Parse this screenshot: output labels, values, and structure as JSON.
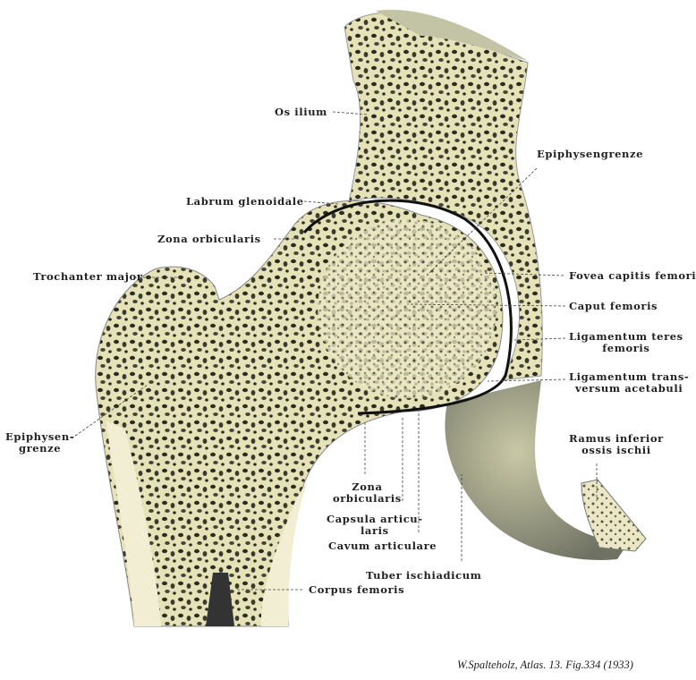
{
  "labels": {
    "os_ilium": "Os ilium",
    "epiphysengrenze_top": "Epiphysengrenze",
    "labrum_glenoidale": "Labrum glenoidale",
    "zona_orbicularis_top": "Zona orbicularis",
    "trochanter_major": "Trochanter major",
    "fovea_capitis_femoris": "Fovea capitis femoris",
    "caput_femoris": "Caput femoris",
    "ligamentum_teres_1": "Ligamentum teres",
    "ligamentum_teres_2": "femoris",
    "lig_transversum_1": "Ligamentum trans-",
    "lig_transversum_2": "versum acetabuli",
    "ramus_inferior_1": "Ramus inferior",
    "ramus_inferior_2": "ossis ischii",
    "epiphysengrenze_left_1": "Epiphysen-",
    "epiphysengrenze_left_2": "grenze",
    "zona_orbicularis_bottom_1": "Zona",
    "zona_orbicularis_bottom_2": "orbicularis",
    "capsula_articularis_1": "Capsula articu-",
    "capsula_articularis_2": "laris",
    "cavum_articulare": "Cavum articulare",
    "tuber_ischiadicum": "Tuber ischiadicum",
    "corpus_femoris": "Corpus femoris"
  },
  "caption": "W.Spalteholz, Atlas. 13. Fig.334 (1933)",
  "colors": {
    "bone": "#ece9c2",
    "cortex": "#f3f0d6",
    "ischium": "#8d8f7c",
    "pore": "#2a2a22"
  }
}
